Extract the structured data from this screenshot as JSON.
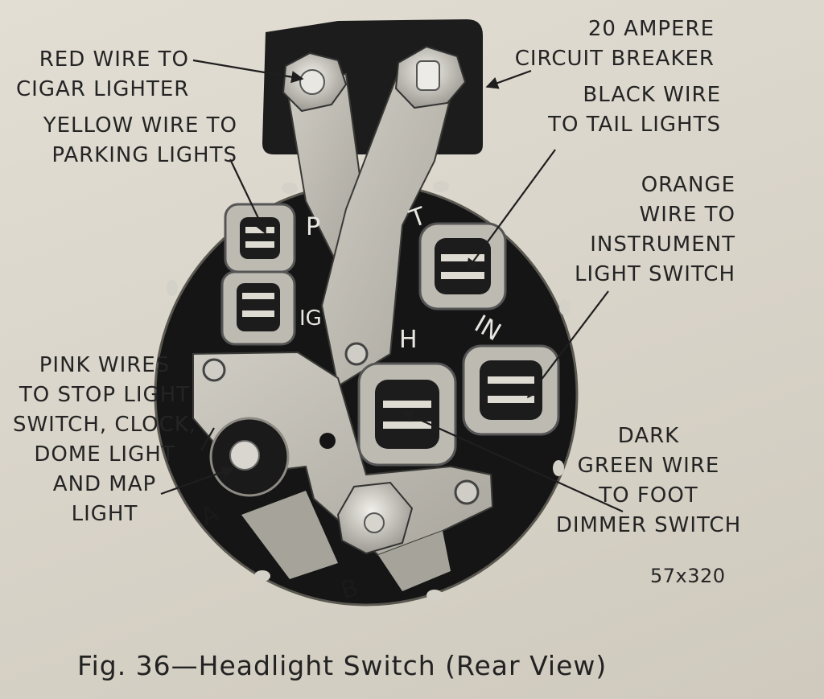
{
  "caption": "Fig. 36—Headlight Switch (Rear View)",
  "reference_code": "57x320",
  "labels": {
    "red_wire": [
      "RED WIRE TO",
      "CIGAR LIGHTER"
    ],
    "circuit_breaker": [
      "20 AMPERE",
      "CIRCUIT BREAKER"
    ],
    "yellow_wire": [
      "YELLOW WIRE TO",
      "PARKING LIGHTS"
    ],
    "black_wire": [
      "BLACK WIRE",
      "TO TAIL LIGHTS"
    ],
    "orange_wire": [
      "ORANGE",
      "WIRE TO",
      "INSTRUMENT",
      "LIGHT SWITCH"
    ],
    "pink_wires": [
      "PINK WIRES",
      "TO STOP LIGHT",
      "SWITCH, CLOCK,",
      "DOME LIGHT",
      "AND MAP",
      "LIGHT"
    ],
    "dark_green_wire": [
      "DARK",
      "GREEN WIRE",
      "TO FOOT",
      "DIMMER SWITCH"
    ]
  },
  "terminals": {
    "p": "P",
    "t": "T",
    "ig": "IG",
    "h": "H",
    "in": "IN",
    "a": "A",
    "b": "B"
  }
}
